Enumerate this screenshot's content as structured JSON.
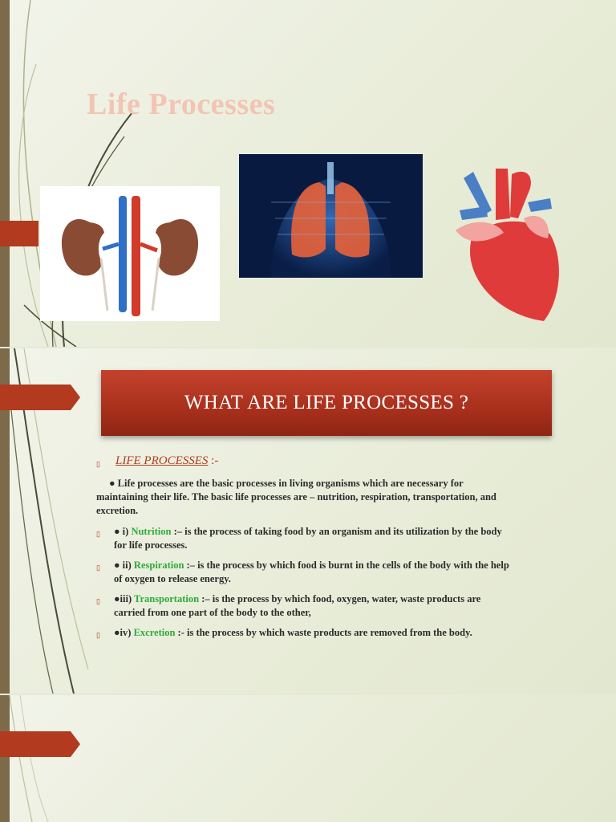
{
  "slide1": {
    "title": "Life Processes",
    "images": [
      "kidney-image",
      "lungs-image",
      "heart-image"
    ]
  },
  "slide2": {
    "banner": "WHAT ARE LIFE PROCESSES ?",
    "heading": "LIFE PROCESSES",
    "heading_sep": " :-",
    "intro": "● Life processes are the basic processes in living organisms which are necessary for maintaining their life. The basic life processes are – nutrition, respiration, transportation, and excretion.",
    "intro_line1": "● Life processes are the basic processes in living organisms which are necessary for",
    "intro_line2": "maintaining their life. The basic life processes are – nutrition, respiration, transportation, and",
    "intro_line3": "excretion.",
    "items": [
      {
        "prefix": "● i) ",
        "term": "Nutrition",
        "line1": " :– is the process of taking food by an organism and its utilization by the body",
        "line2": "for life processes."
      },
      {
        "prefix": "● ii) ",
        "term": "Respiration",
        "line1": " :– is the process by which food is burnt in the cells of the body with the help",
        "line2": "of oxygen to release energy."
      },
      {
        "prefix": "●iii) ",
        "term": "Transportation",
        "line1": " :– is the process by which food, oxygen, water, waste products are",
        "line2": "carried from one part of the body to the other,"
      },
      {
        "prefix": "●iv) ",
        "term": "Excretion",
        "line1": " :- is the process by which waste products are removed from the body.",
        "line2": ""
      }
    ]
  },
  "colors": {
    "accent": "#b23a1e",
    "term": "#2eaa3a",
    "title": "#f2c4b4"
  },
  "icons": {
    "bullet": "arrow-bullet-icon"
  }
}
